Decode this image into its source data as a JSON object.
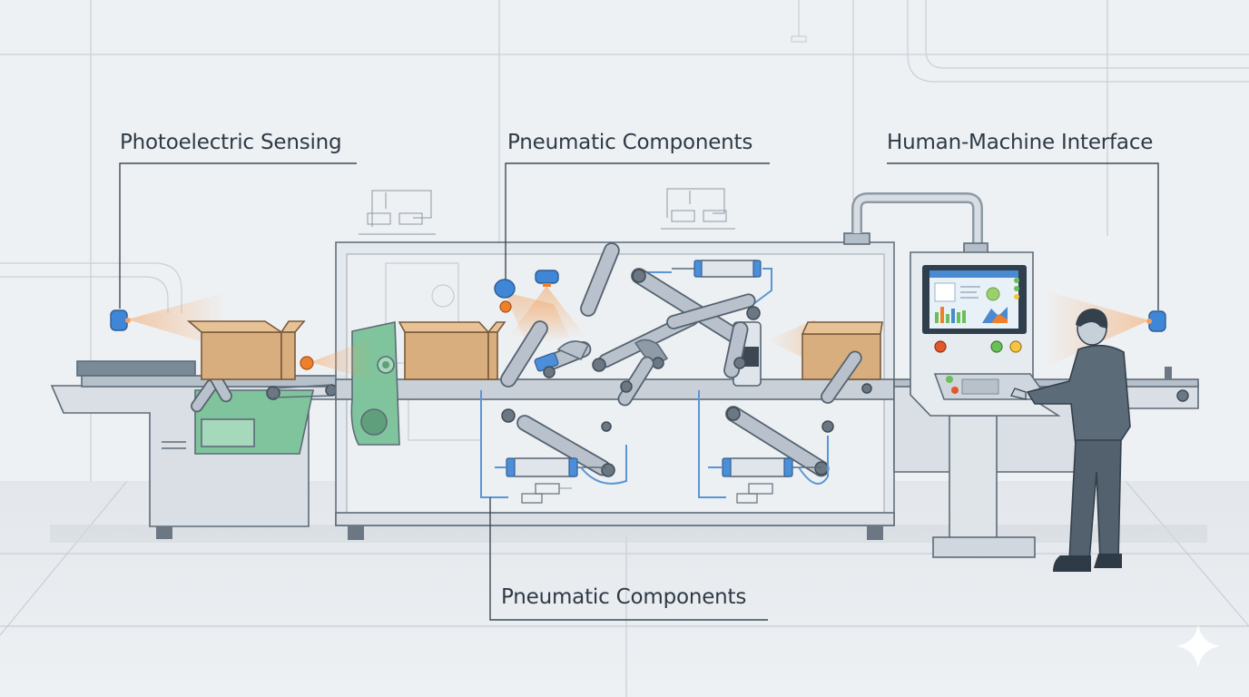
{
  "labels": {
    "photoelectric": "Photoelectric Sensing",
    "pneumatic_top": "Pneumatic Components",
    "hmi": "Human-Machine Interface",
    "pneumatic_bottom": "Pneumatic Components"
  },
  "colors": {
    "background": "#eef1f4",
    "machine_body": "#d9dfe5",
    "cardboard": "#d9ae7e",
    "sensor_blue": "#3f86d6",
    "beam_orange": "#f5a05a",
    "motor_green": "#7fc49c",
    "hose_blue": "#5b95d6",
    "operator_suit": "#5b6b78"
  },
  "icons": [
    "photoelectric-sensor-icon",
    "pneumatic-cylinder-icon",
    "robotic-arm-icon",
    "cardboard-box-icon",
    "control-panel-icon",
    "operator-icon",
    "sparkle-icon"
  ]
}
